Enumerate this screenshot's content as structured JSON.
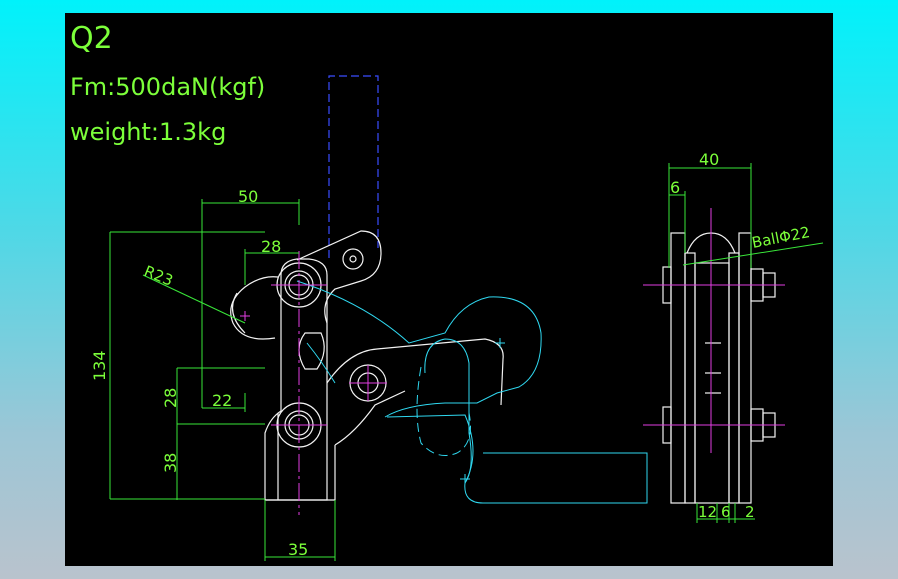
{
  "drawing": {
    "model": "Q2",
    "force": "Fm:500daN(kgf)",
    "weight": "weight:1.3kg"
  },
  "dimensions": {
    "d50": "50",
    "d28_top": "28",
    "r23": "R23",
    "d134": "134",
    "d28_side": "28",
    "d22": "22",
    "d38": "38",
    "d35": "35",
    "d40": "40",
    "d6_top": "6",
    "ball": "BallΦ22",
    "d12": "12",
    "d6_bottom": "6",
    "d2": "2"
  },
  "colors": {
    "background": "#000000",
    "dimension": "#39e639",
    "outline": "#f2f2f2",
    "phantom": "#2fd8f0",
    "centerline": "#e23ee2",
    "handle": "#3a4cff"
  }
}
